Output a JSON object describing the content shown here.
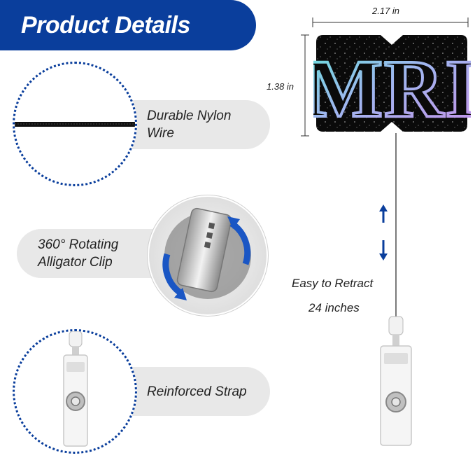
{
  "banner": {
    "title": "Product Details"
  },
  "badge": {
    "text": "MRI",
    "width_label": "2.17 in",
    "height_label": "1.38 in"
  },
  "features": [
    {
      "label_line1": "Durable Nylon",
      "label_line2": "Wire"
    },
    {
      "label_line1": "360° Rotating",
      "label_line2": "Alligator Clip"
    },
    {
      "label_line1": "Reinforced Strap",
      "label_line2": ""
    }
  ],
  "retract": {
    "label": "Easy to Retract",
    "length": "24 inches"
  },
  "colors": {
    "brand_blue": "#0a3e9c",
    "pill_gray": "#e8e8e8"
  }
}
